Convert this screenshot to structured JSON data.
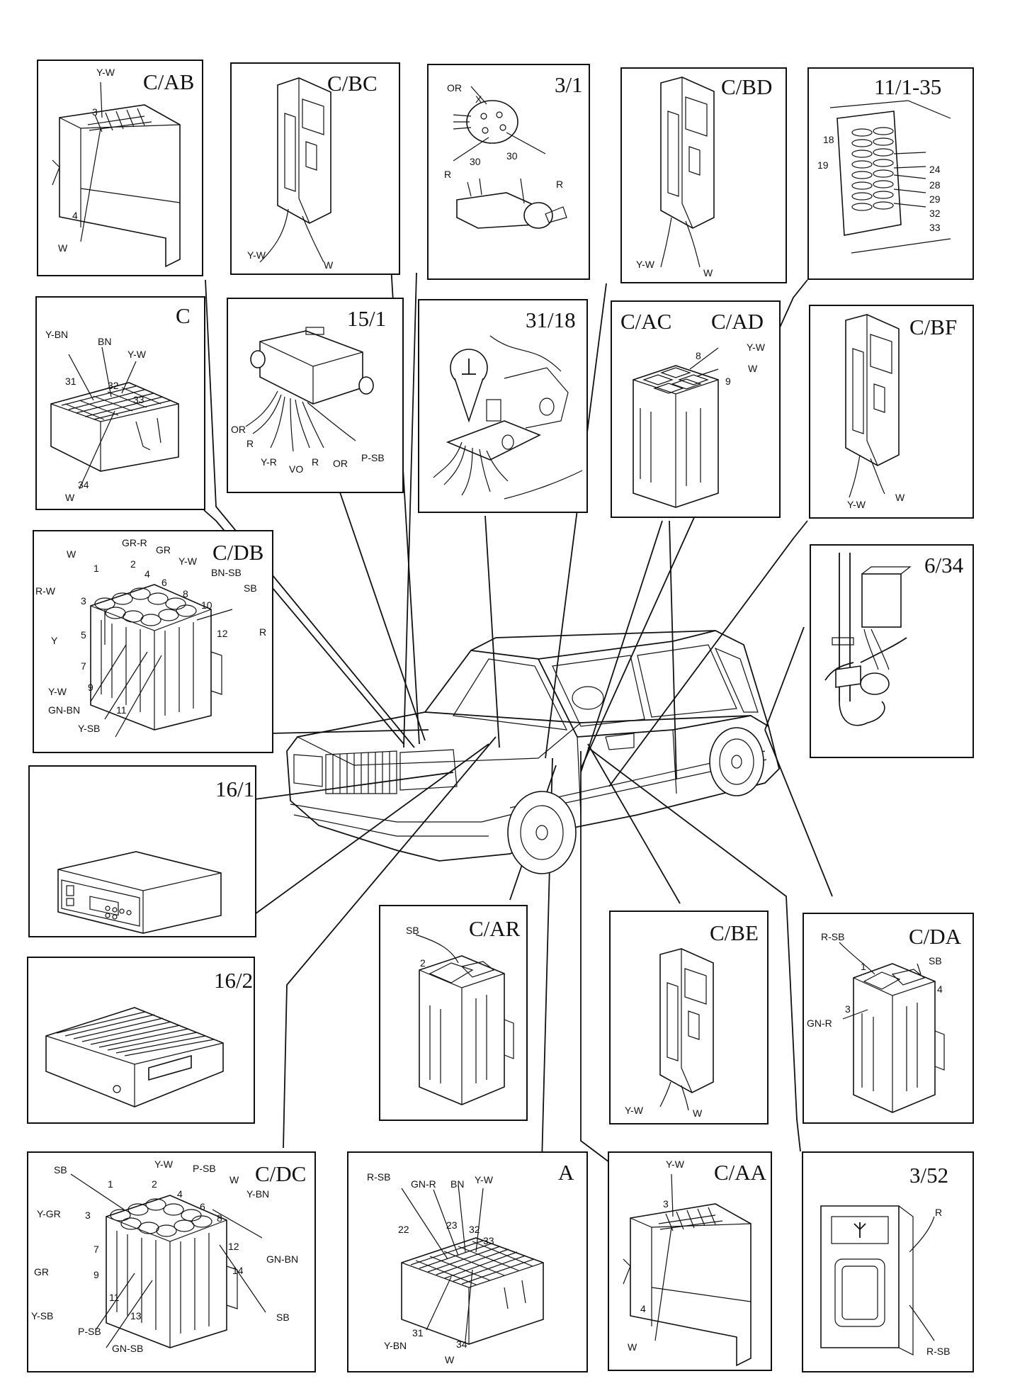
{
  "panels": {
    "cab": {
      "title": "C/AB",
      "labels": [
        "Y-W",
        "3",
        "4",
        "W"
      ]
    },
    "cbc": {
      "title": "C/BC",
      "labels": [
        "Y-W",
        "W"
      ]
    },
    "p31": {
      "title": "3/1",
      "labels": [
        "OR",
        "X",
        "R",
        "30",
        "30",
        "R"
      ]
    },
    "cbd": {
      "title": "C/BD",
      "labels": [
        "Y-W",
        "W"
      ]
    },
    "p111": {
      "title": "11/1-35",
      "labels": [
        "18",
        "19",
        "24",
        "28",
        "29",
        "32",
        "33"
      ]
    },
    "c": {
      "title": "C",
      "labels": [
        "Y-BN",
        "BN",
        "Y-W",
        "31",
        "32",
        "33",
        "34",
        "W"
      ]
    },
    "p151": {
      "title": "15/1",
      "labels": [
        "OR",
        "R",
        "Y-R",
        "VO",
        "R",
        "OR",
        "P-SB"
      ]
    },
    "p3118": {
      "title": "31/18",
      "labels": []
    },
    "cacad": {
      "title1": "C/AC",
      "title2": "C/AD",
      "labels": [
        "8",
        "Y-W",
        "9",
        "W"
      ]
    },
    "cbf": {
      "title": "C/BF",
      "labels": [
        "Y-W",
        "W"
      ]
    },
    "cdb": {
      "title": "C/DB",
      "labels": [
        "W",
        "GR-R",
        "GR",
        "Y-W",
        "BN-SB",
        "SB",
        "1",
        "2",
        "4",
        "6",
        "8",
        "R-W",
        "3",
        "10",
        "12",
        "R",
        "Y",
        "5",
        "7",
        "Y-W",
        "9",
        "GN-BN",
        "11",
        "Y-SB"
      ]
    },
    "p634": {
      "title": "6/34",
      "labels": []
    },
    "p161": {
      "title": "16/1",
      "labels": []
    },
    "p162": {
      "title": "16/2",
      "labels": []
    },
    "car": {
      "title": "C/AR",
      "labels": [
        "SB",
        "2"
      ]
    },
    "cbe": {
      "title": "C/BE",
      "labels": [
        "Y-W",
        "W"
      ]
    },
    "cda": {
      "title": "C/DA",
      "labels": [
        "R-SB",
        "SB",
        "1",
        "4",
        "3",
        "GN-R"
      ]
    },
    "cdc": {
      "title": "C/DC",
      "labels": [
        "SB",
        "Y-W",
        "P-SB",
        "1",
        "2",
        "W",
        "4",
        "Y-BN",
        "Y-GR",
        "3",
        "6",
        "8",
        "7",
        "12",
        "GN-BN",
        "GR",
        "9",
        "14",
        "11",
        "Y-SB",
        "13",
        "SB",
        "P-SB",
        "GN-SB"
      ]
    },
    "a": {
      "title": "A",
      "labels": [
        "R-SB",
        "GN-R",
        "BN",
        "Y-W",
        "22",
        "23",
        "32",
        "33",
        "31",
        "Y-BN",
        "34",
        "W"
      ]
    },
    "caa": {
      "title": "C/AA",
      "labels": [
        "Y-W",
        "3",
        "4",
        "W"
      ]
    },
    "p352": {
      "title": "3/52",
      "labels": [
        "R",
        "R-SB"
      ]
    }
  }
}
